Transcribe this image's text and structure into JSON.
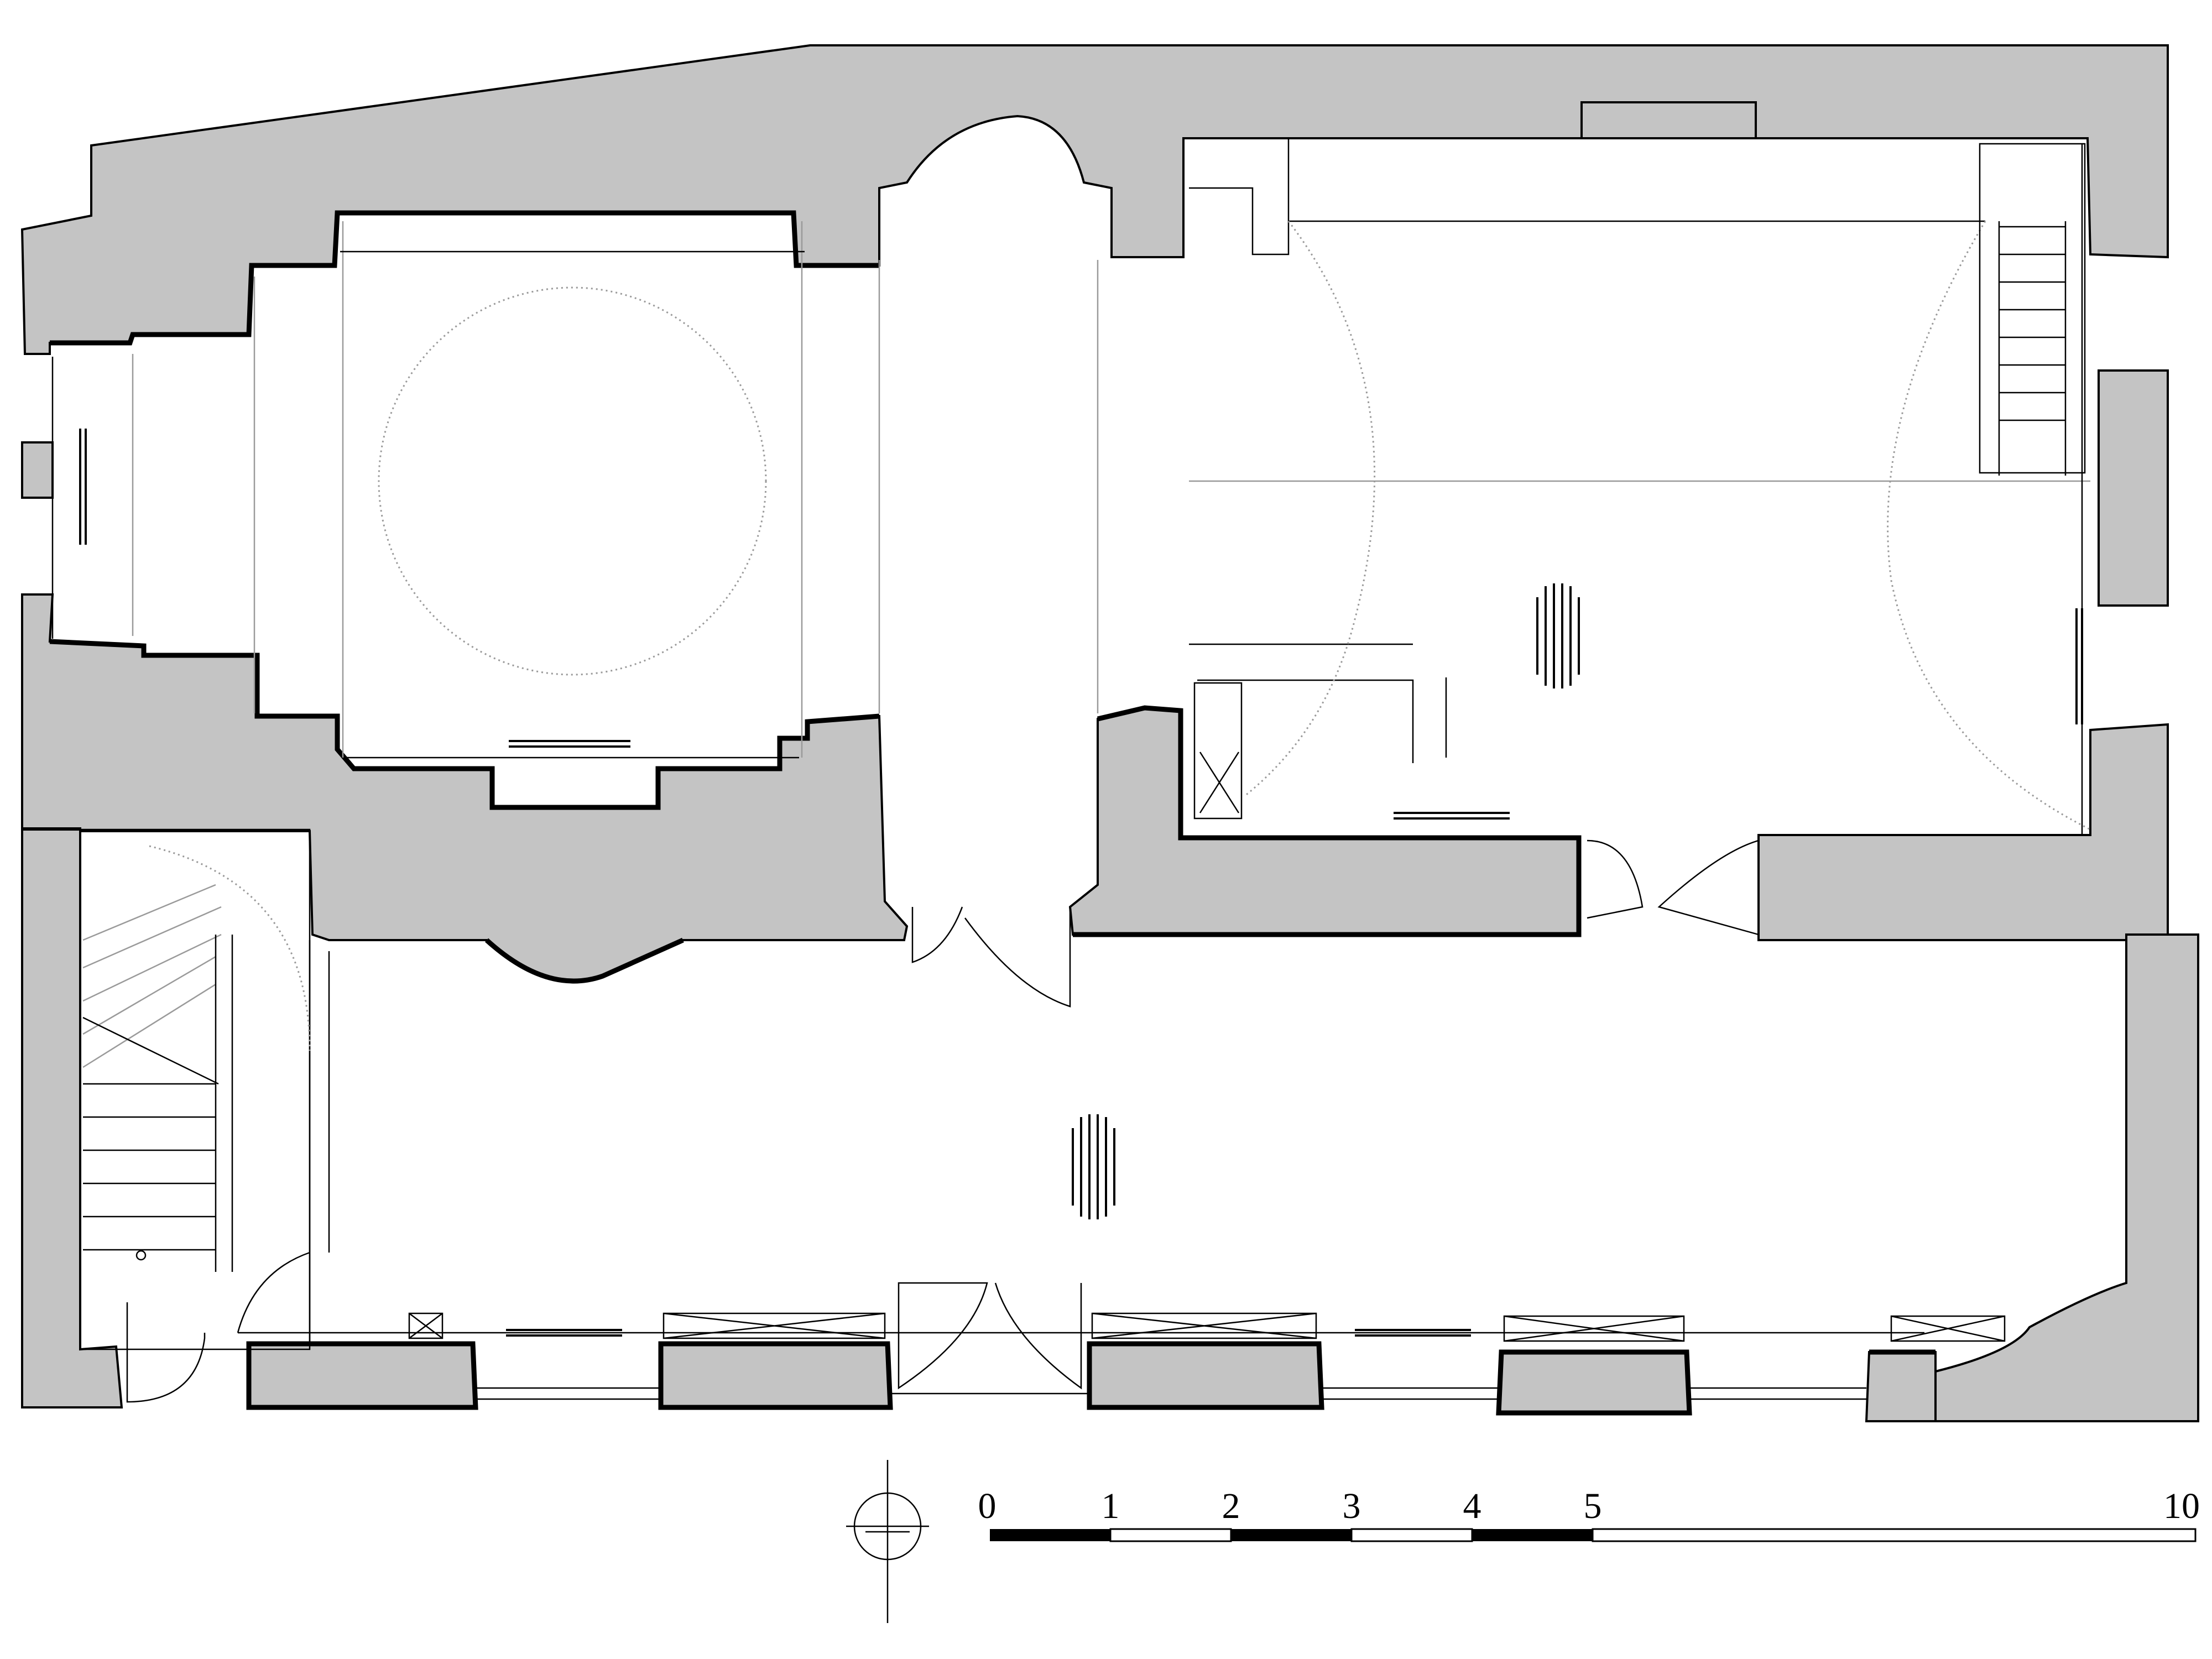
{
  "drawing": {
    "type": "architectural floor plan",
    "colors": {
      "wall_fill": "#c4c4c4",
      "line": "#000000",
      "background": "#ffffff"
    }
  },
  "north_arrow": {
    "icon": "north-arrow-icon"
  },
  "scale_bar": {
    "labels": [
      "0",
      "1",
      "2",
      "3",
      "4",
      "5",
      "10"
    ]
  }
}
